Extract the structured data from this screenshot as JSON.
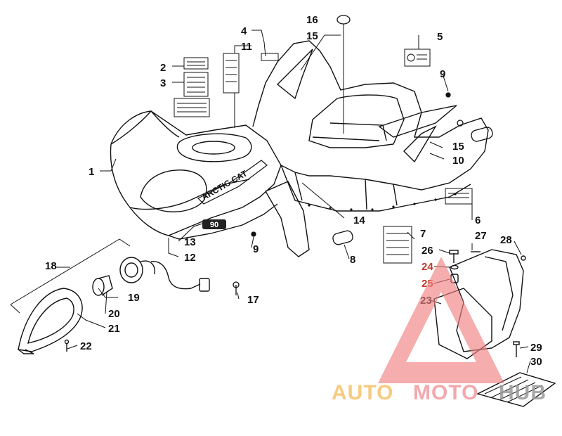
{
  "callouts": {
    "c1": "1",
    "c2": "2",
    "c3": "3",
    "c4": "4",
    "c5": "5",
    "c6": "6",
    "c7": "7",
    "c8": "8",
    "c9a": "9",
    "c9b": "9",
    "c10": "10",
    "c11": "11",
    "c12": "12",
    "c13": "13",
    "c14": "14",
    "c15a": "15",
    "c15b": "15",
    "c16": "16",
    "c17": "17",
    "c18": "18",
    "c19": "19",
    "c20": "20",
    "c21": "21",
    "c22": "22",
    "c23": "23",
    "c24": "24",
    "c25": "25",
    "c26": "26",
    "c27": "27",
    "c28": "28",
    "c29": "29",
    "c30": "30"
  },
  "decal_text": {
    "brand": "ARCTIC CAT",
    "model": "90"
  },
  "watermark": {
    "word_a": "AUTO",
    "word_b": "MOTO",
    "word_c": "HUB",
    "color_a": "#f5c26b",
    "color_b": "#f29aa0",
    "color_c": "#9a9a9a"
  },
  "colors": {
    "line": "#111111",
    "callout_red": "#c0392b",
    "watermark_triangle": "#ef7f7f"
  }
}
